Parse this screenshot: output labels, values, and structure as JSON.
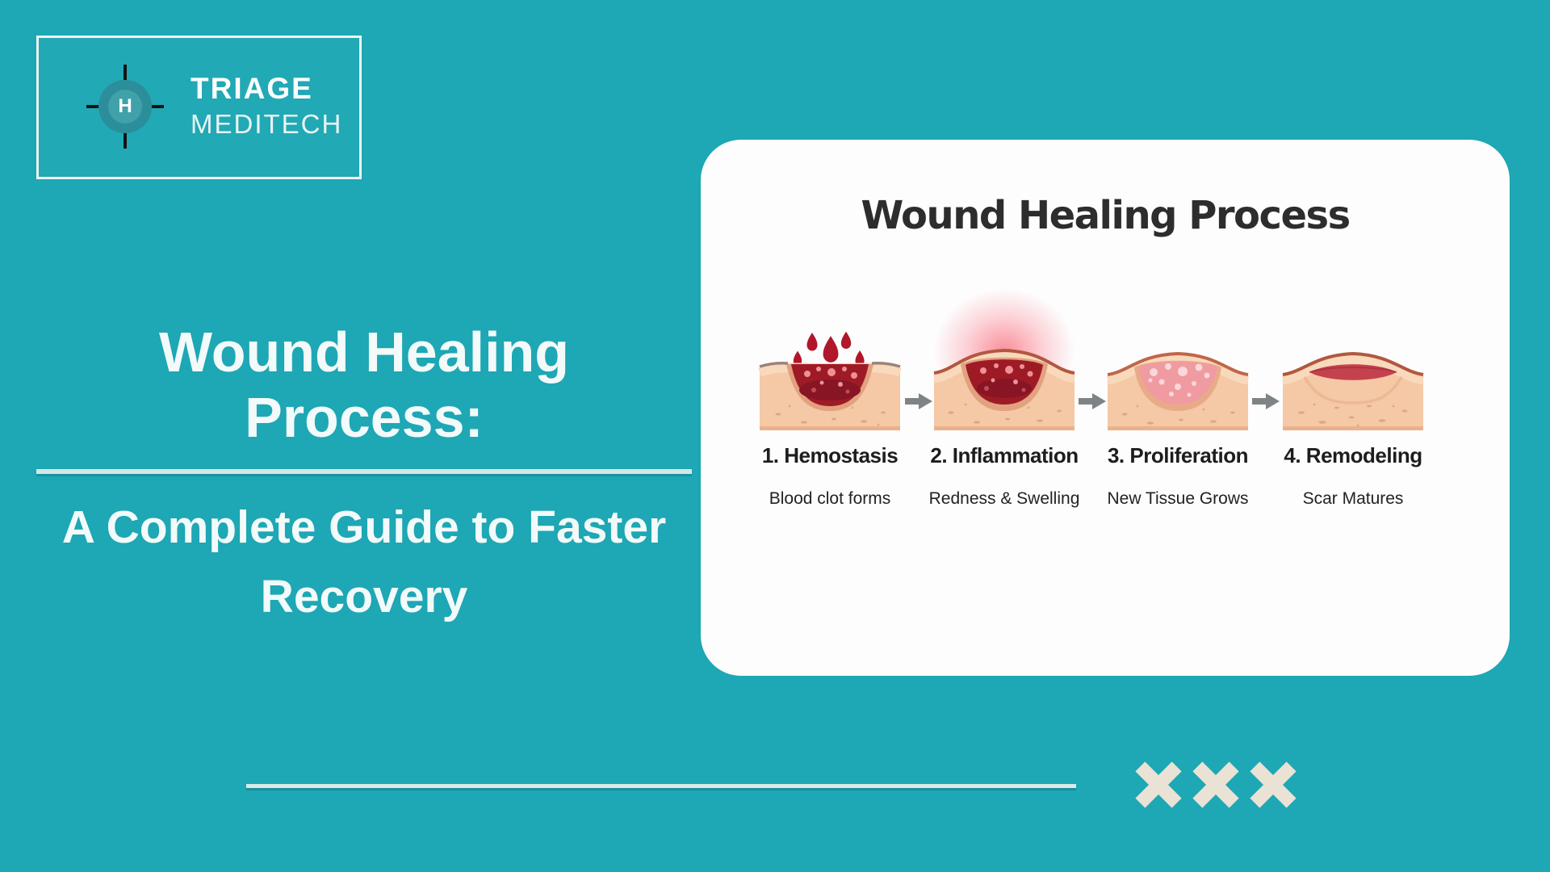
{
  "brand": {
    "logo_letter": "H",
    "name_line1": "TRIAGE",
    "name_line2": "MEDITECH",
    "logo_icon": "crosshair-target-icon"
  },
  "hero": {
    "title": "Wound Healing Process:",
    "subtitle_line1": "A Complete Guide to Faster",
    "subtitle_line2": "Recovery"
  },
  "card": {
    "title": "Wound Healing Process",
    "stages": [
      {
        "name": "1. Hemostasis",
        "description": "Blood clot forms",
        "icon": "hemostasis-wound-illustration"
      },
      {
        "name": "2. Inflammation",
        "description": "Redness & Swelling",
        "icon": "inflammation-wound-illustration"
      },
      {
        "name": "3. Proliferation",
        "description": "New Tissue Grows",
        "icon": "proliferation-wound-illustration"
      },
      {
        "name": "4. Remodeling",
        "description": "Scar Matures",
        "icon": "remodeling-wound-illustration"
      }
    ],
    "arrow_icon": "right-arrow-icon"
  },
  "footer": {
    "x_mark_count": 3
  },
  "colors": {
    "background_teal": "#1ea7b4",
    "card_background": "#fdfdfd",
    "heading_text_light": "#f2fafa",
    "dark_text": "#2a2a2a",
    "hero_divider": "#d5e6e4",
    "footer_line": "#d9eae7",
    "x_mark_cream": "#e9e2d5",
    "arrow_gray": "#7e8486",
    "logo_ring_teal": "#2c8e9a",
    "logo_inner_teal": "#41a1ab",
    "skin_tone": "#f5c8a6",
    "skin_outline_brown": "#b25741",
    "blood_red": "#b0172a",
    "clot_dark_red": "#9e1b26",
    "inflammation_glow_pink": "#fa8391",
    "proliferation_pink": "#f09aa2",
    "scar_red": "#c4414e"
  }
}
